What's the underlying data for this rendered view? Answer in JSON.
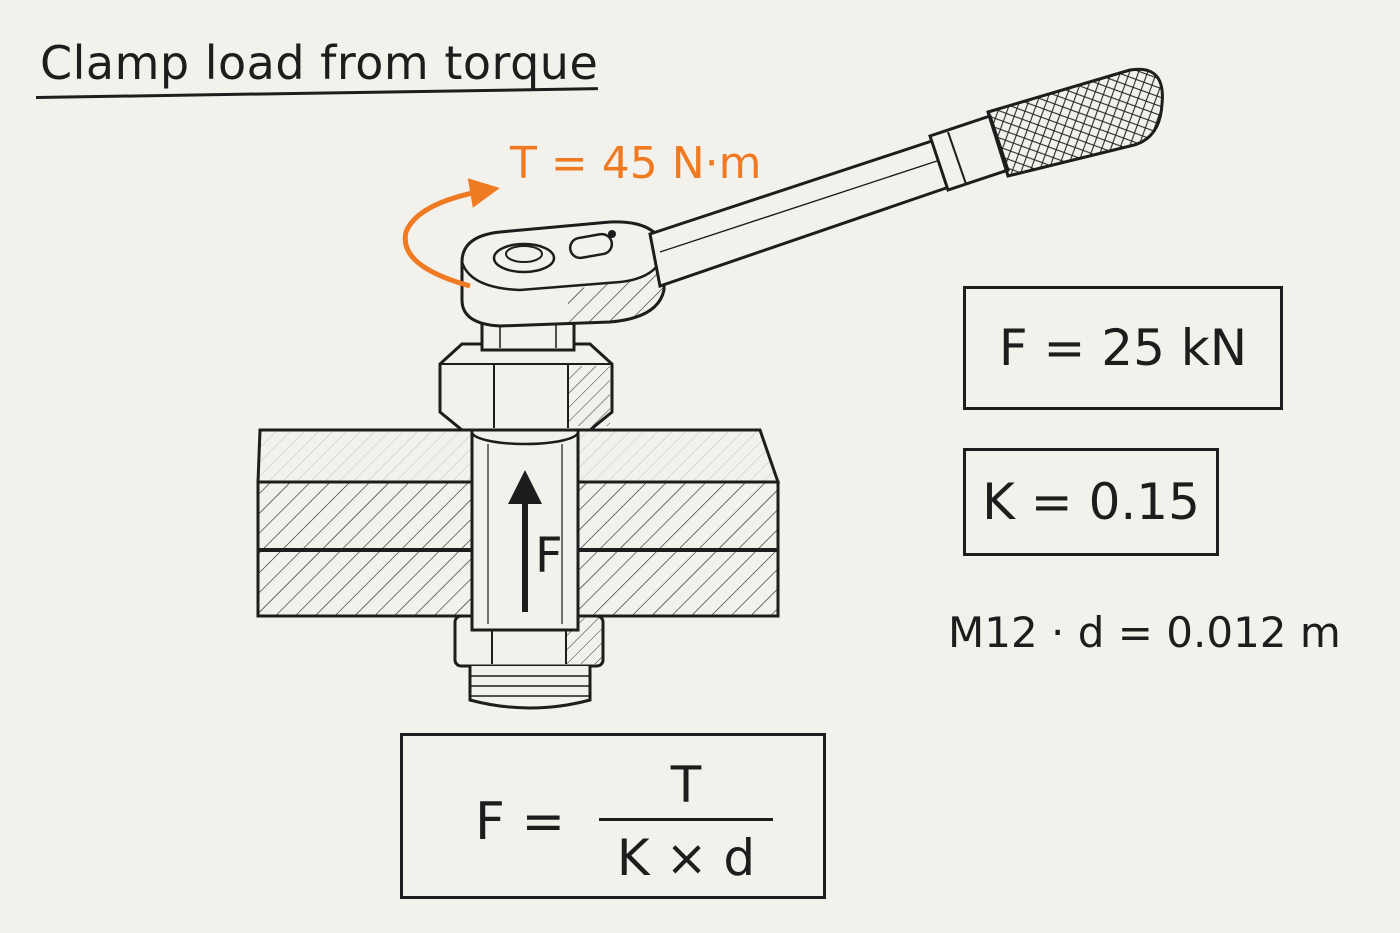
{
  "title": "Clamp load from torque",
  "torque_label": "T = 45 N·m",
  "force_result": "F = 25 kN",
  "friction_coefficient": "K = 0.15",
  "bolt_spec": "M12 · d = 0.012 m",
  "formula": {
    "lhs": "F =",
    "numerator": "T",
    "denominator": "K × d"
  },
  "force_arrow_label": "F",
  "colors": {
    "ink": "#1d1d1d",
    "accent": "#f07a22",
    "paper": "#f3f1ec"
  }
}
